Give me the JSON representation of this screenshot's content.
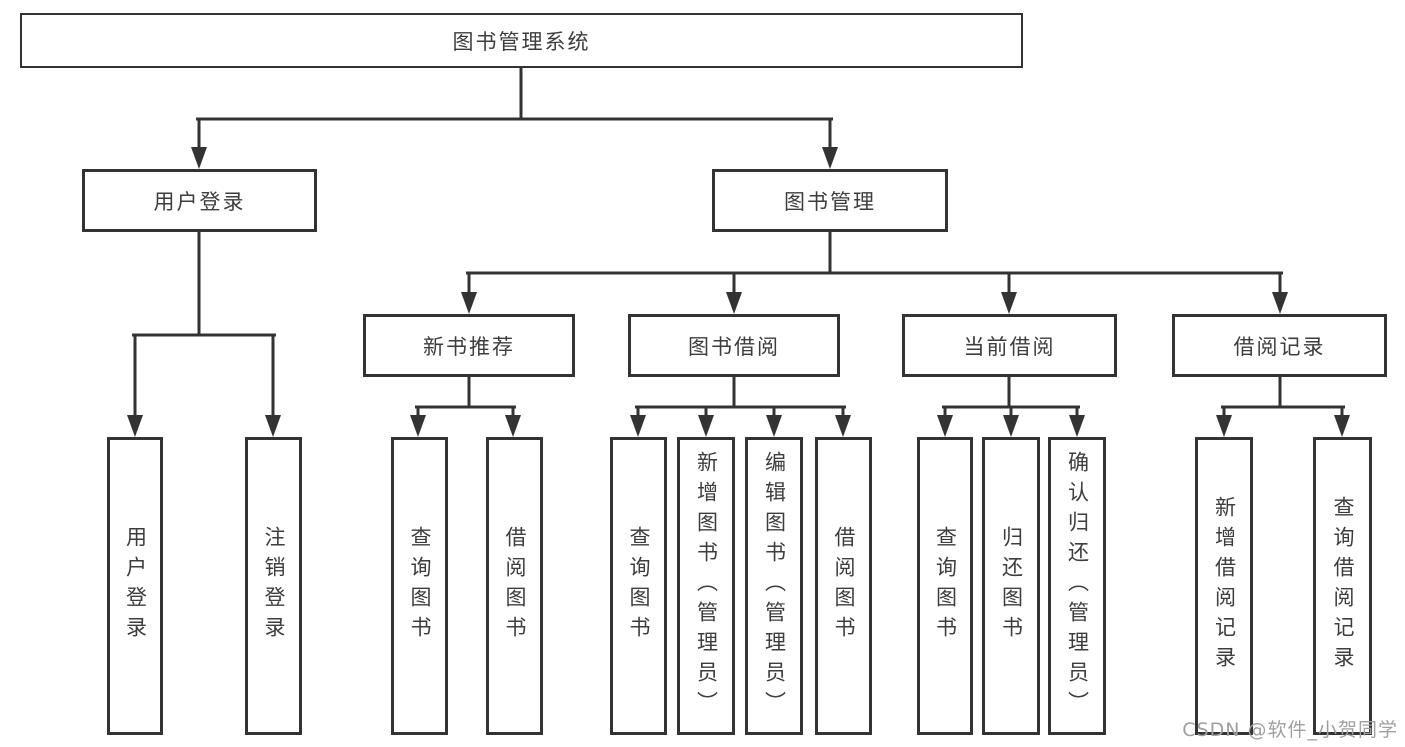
{
  "diagram_title": "图书管理系统",
  "colors": {
    "line": "#333333",
    "box_border": "#333333",
    "text": "#3d3d3d",
    "background": "#ffffff",
    "watermark": "#a0a0a0"
  },
  "tree": {
    "root": {
      "label": "图书管理系统"
    },
    "level2": [
      {
        "label": "用户登录",
        "parent": "图书管理系统"
      },
      {
        "label": "图书管理",
        "parent": "图书管理系统"
      }
    ],
    "level3": [
      {
        "label": "新书推荐",
        "parent": "图书管理"
      },
      {
        "label": "图书借阅",
        "parent": "图书管理"
      },
      {
        "label": "当前借阅",
        "parent": "图书管理"
      },
      {
        "label": "借阅记录",
        "parent": "图书管理"
      }
    ],
    "leaves": [
      {
        "label": "用户登录",
        "parent": "用户登录"
      },
      {
        "label": "注销登录",
        "parent": "用户登录"
      },
      {
        "label": "查询图书",
        "parent": "新书推荐"
      },
      {
        "label": "借阅图书",
        "parent": "新书推荐"
      },
      {
        "label": "查询图书",
        "parent": "图书借阅"
      },
      {
        "label": "新增图书（管理员）",
        "parent": "图书借阅"
      },
      {
        "label": "编辑图书（管理员）",
        "parent": "图书借阅"
      },
      {
        "label": "借阅图书",
        "parent": "图书借阅"
      },
      {
        "label": "查询图书",
        "parent": "当前借阅"
      },
      {
        "label": "归还图书",
        "parent": "当前借阅"
      },
      {
        "label": "确认归还（管理员）",
        "parent": "当前借阅"
      },
      {
        "label": "新增借阅记录",
        "parent": "借阅记录"
      },
      {
        "label": "查询借阅记录",
        "parent": "借阅记录"
      }
    ]
  },
  "watermark": {
    "text": "CSDN @软件_小贺同学"
  }
}
